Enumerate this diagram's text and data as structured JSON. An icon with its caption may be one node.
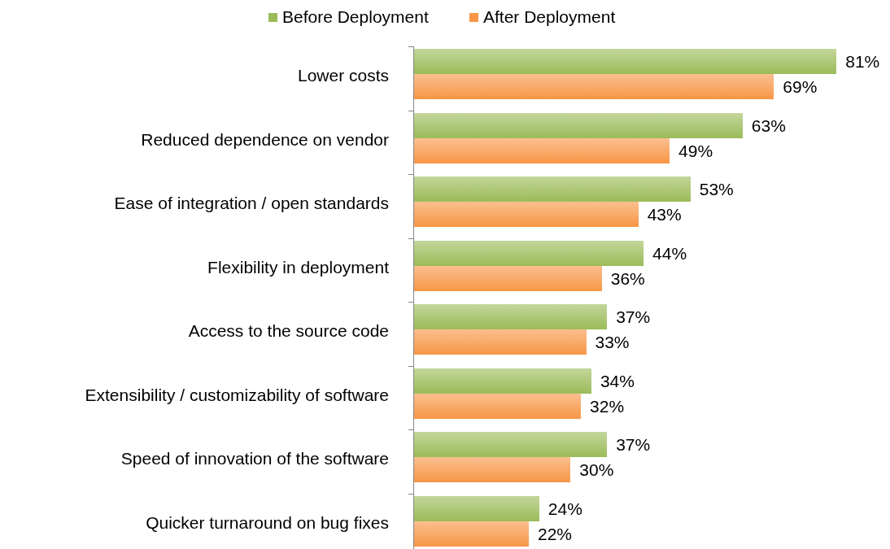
{
  "diagram": {
    "chart_data": {
      "type": "bar",
      "orientation": "horizontal",
      "legend": "top",
      "categories": [
        "Lower costs",
        "Reduced dependence on vendor",
        "Ease of integration / open standards",
        "Flexibility in deployment",
        "Access to the source code",
        "Extensibility / customizability of software",
        "Speed of innovation of the software",
        "Quicker turnaround on bug fixes"
      ],
      "series": [
        {
          "name": "Before Deployment",
          "color": "#9bbb59",
          "values": [
            81,
            63,
            53,
            44,
            37,
            34,
            37,
            24
          ],
          "value_labels": [
            "81%",
            "63%",
            "53%",
            "44%",
            "37%",
            "34%",
            "37%",
            "24%"
          ]
        },
        {
          "name": "After Deployment",
          "color": "#f79646",
          "values": [
            69,
            49,
            43,
            36,
            33,
            32,
            30,
            22
          ],
          "value_labels": [
            "69%",
            "49%",
            "43%",
            "36%",
            "33%",
            "32%",
            "30%",
            "22%"
          ]
        }
      ]
    }
  }
}
